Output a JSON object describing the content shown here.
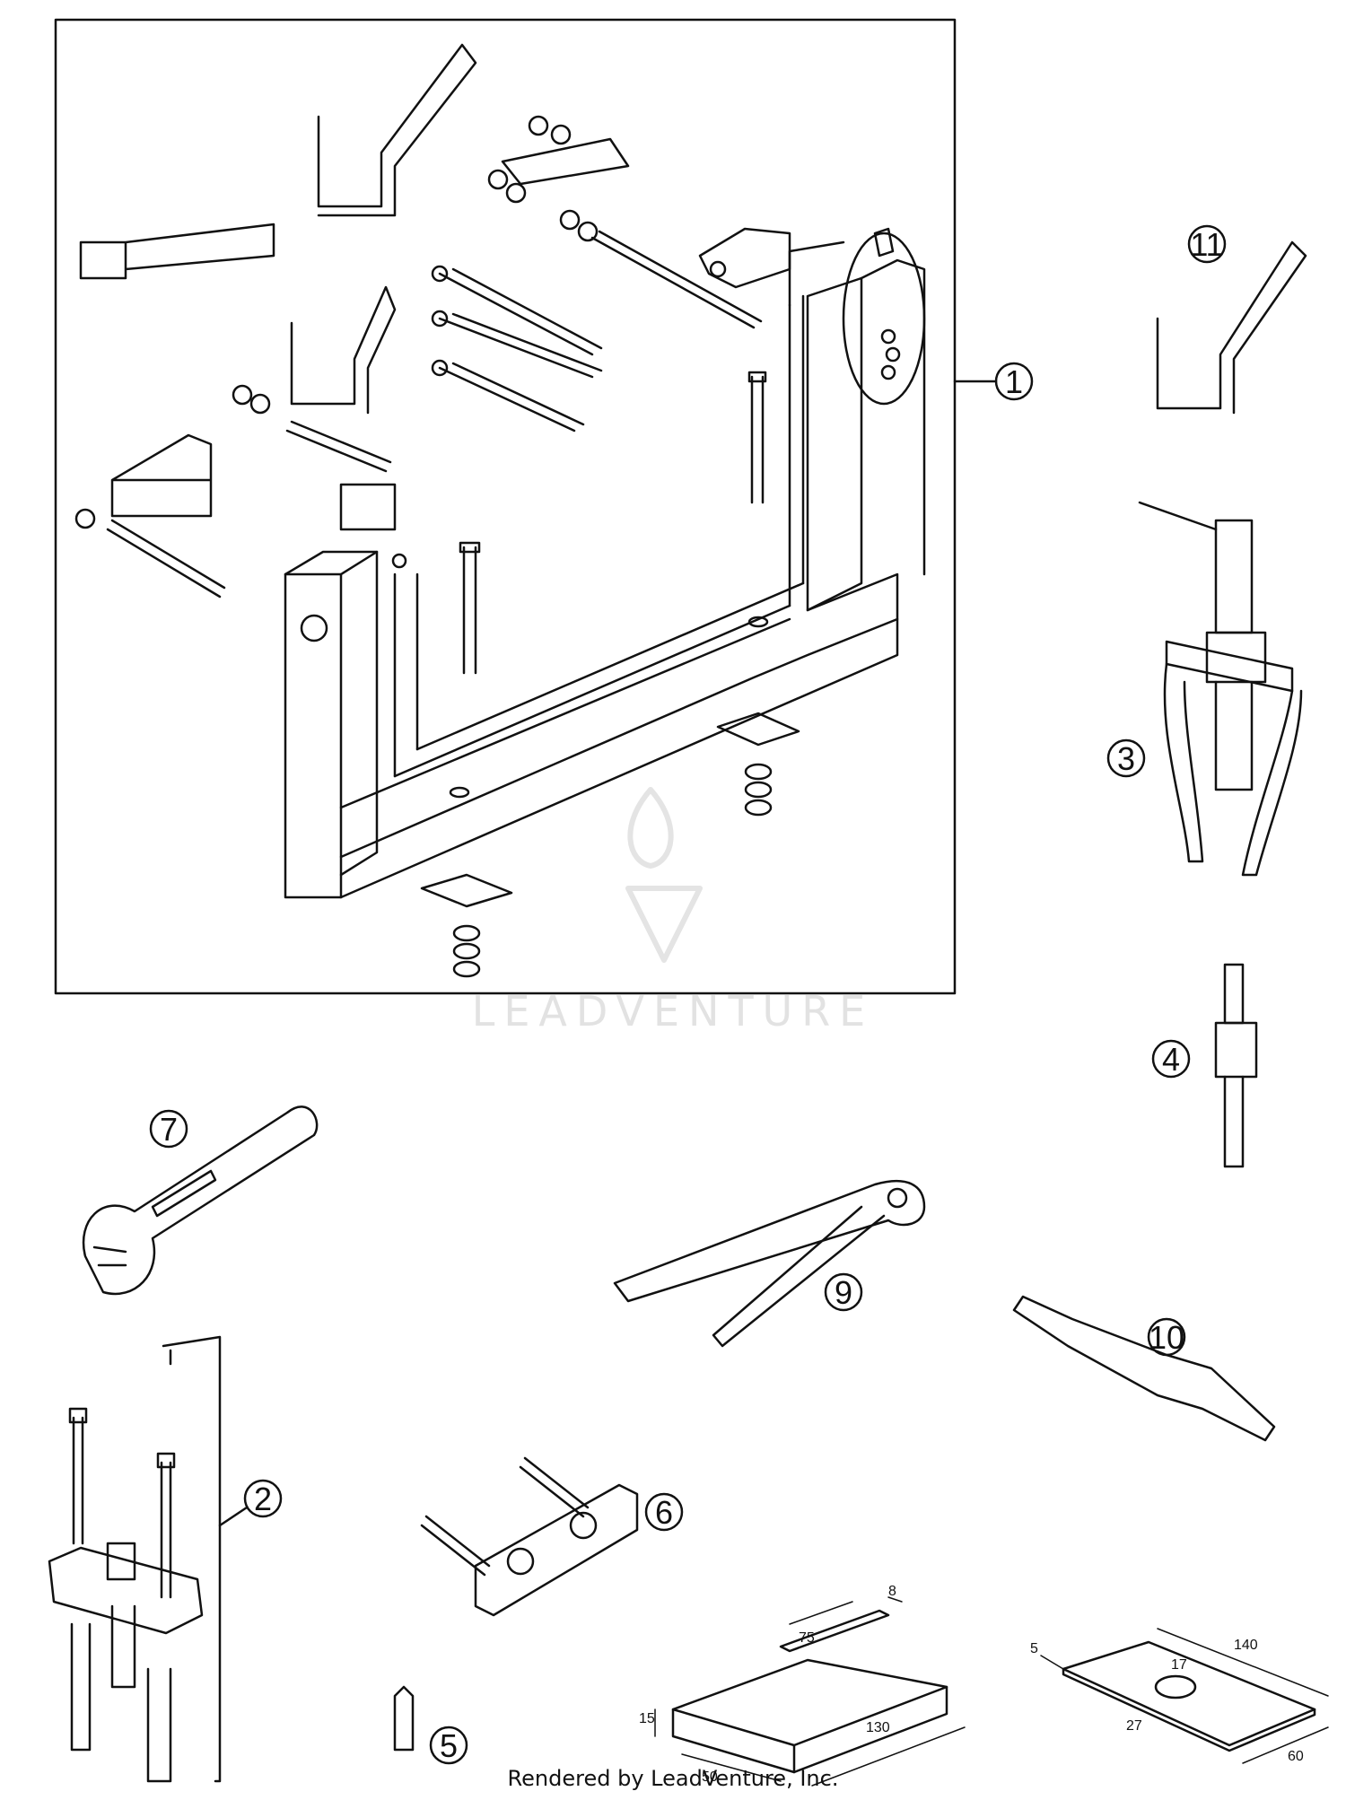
{
  "callouts": [
    "1",
    "2",
    "3",
    "4",
    "5",
    "6",
    "7",
    "9",
    "10",
    "11"
  ],
  "dimensions": {
    "block_height": "15",
    "block_width": "50",
    "block_length": "130",
    "slot_length": "75",
    "slot_width": "8",
    "plate_thickness": "5",
    "plate_length": "140",
    "plate_width": "60",
    "hole_diameter": "17",
    "hole_offset": "27"
  },
  "watermark": "LEADVENTURE",
  "credit": "Rendered by LeadVenture, Inc.",
  "colors": {
    "line": "#111111",
    "background": "#ffffff",
    "watermark": "#e2e2e2"
  }
}
